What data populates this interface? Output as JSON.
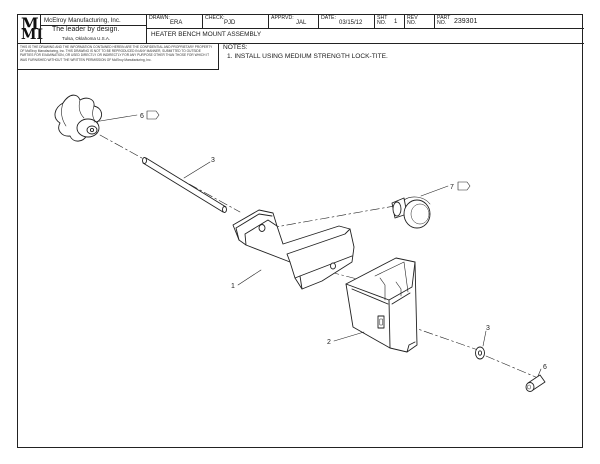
{
  "company": {
    "logo_top": "M",
    "logo_bottom": "MI",
    "name": "McElroy Manufacturing, Inc.",
    "tagline": "The leader by design.",
    "location": "Tulsa, Oklahoma U.S.A."
  },
  "title_block": {
    "drawn_label": "DRAWN:",
    "drawn_value": "ERA",
    "check_label": "CHECK:",
    "check_value": "PJD",
    "apprvd_label": "APPRVD:",
    "apprvd_value": "JAL",
    "date_label": "DATE:",
    "date_value": "03/15/12",
    "sht_label": "SHT NO.",
    "sht_value": "1",
    "rev_label": "REV NO.",
    "rev_value": "",
    "part_label": "PART NO.",
    "part_value": "239301",
    "title": "HEATER BENCH MOUNT ASSEMBLY"
  },
  "disclaimer": "THIS IS THE DRAWING AND THE INFORMATION CONTAINED HEREIN ARE THE CONFIDENTIAL AND PROPRIETARY PROPERTY OF McElroy Manufacturing, Inc. THIS DRAWING IS NOT TO BE REPRODUCED IN ANY MANNER, SUBMITTED TO OUTSIDE PARTIES FOR EXAMINATION, OR USED DIRECTLY OR INDIRECTLY FOR ANY PURPOSE OTHER THAN THOSE FOR WHICH IT WAS FURNISHED WITHOUT THE WRITTEN PERMISSION OF McElroy Manufacturing, Inc.",
  "notes": {
    "heading": "NOTES:",
    "items": [
      "1. INSTALL USING MEDIUM STRENGTH LOCK-TITE."
    ]
  },
  "callouts": {
    "knob": "6",
    "rod": "3",
    "foot": "7",
    "bracket": "1",
    "mount": "2",
    "washer": "3",
    "screw": "6"
  }
}
